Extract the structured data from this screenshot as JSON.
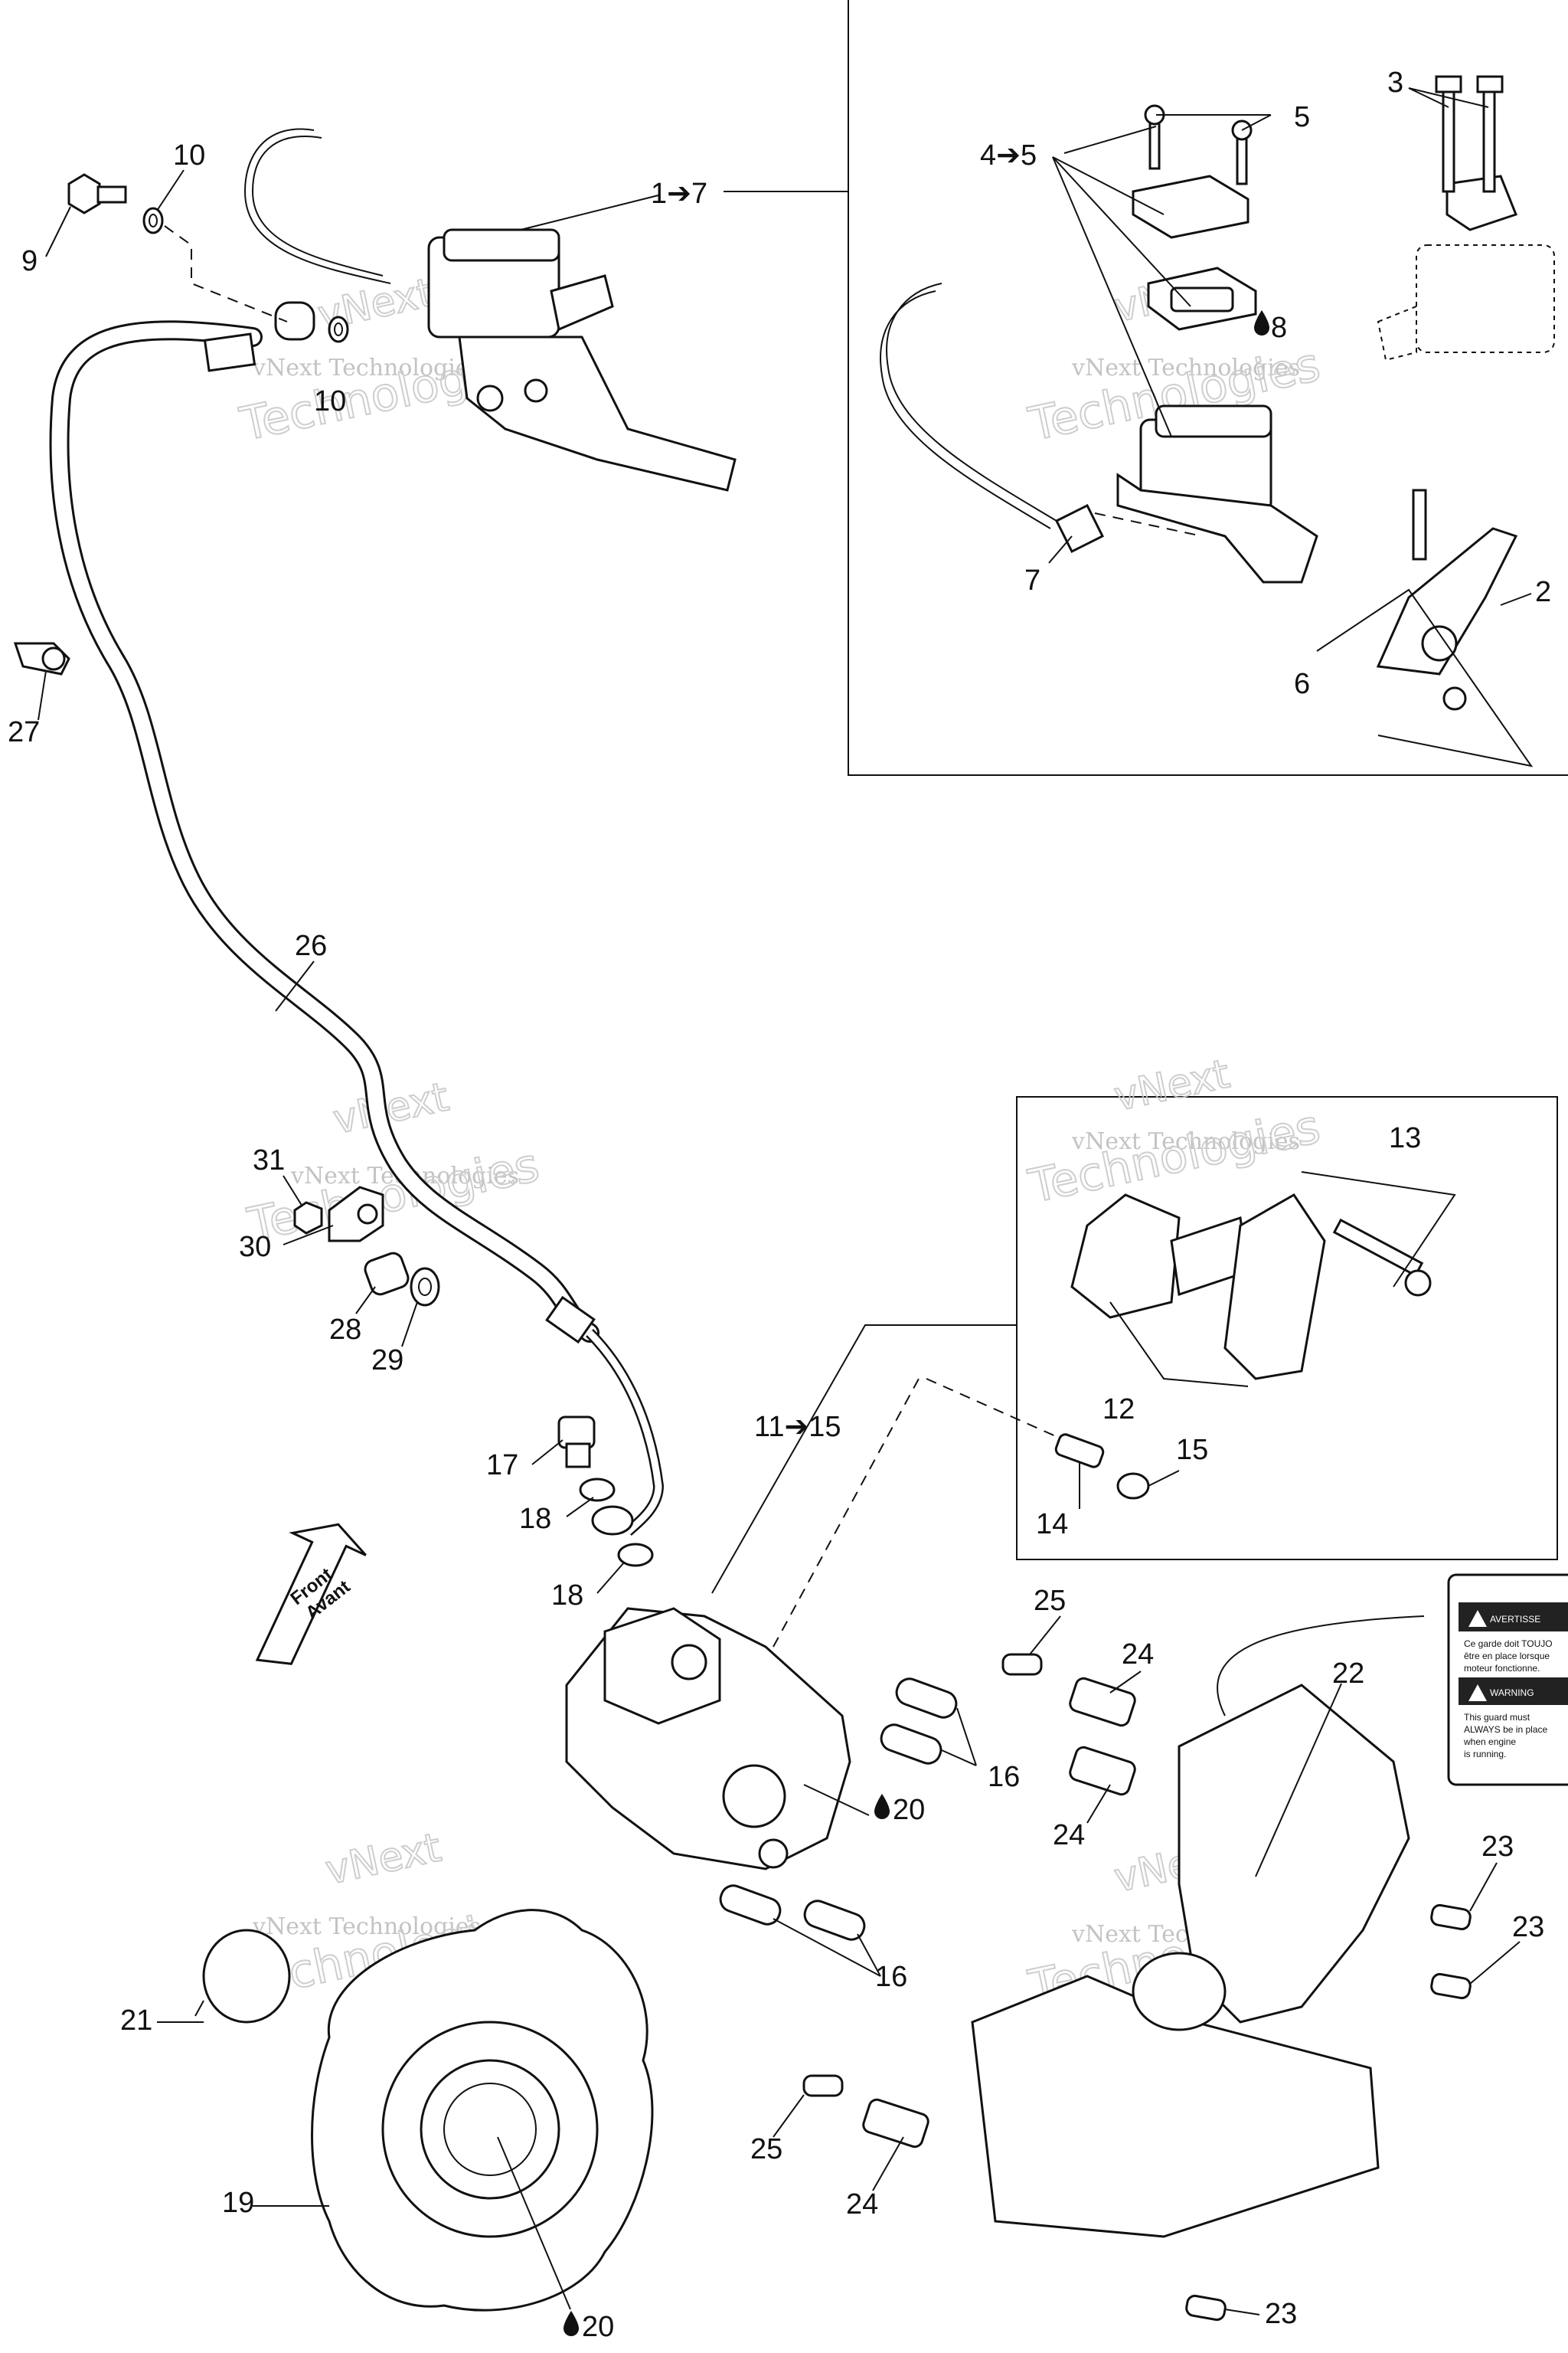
{
  "callouts": [
    {
      "id": "c-9",
      "text": "9"
    },
    {
      "id": "c-10a",
      "text": "10"
    },
    {
      "id": "c-10b",
      "text": "10"
    },
    {
      "id": "c-1-7",
      "text": "1➔7"
    },
    {
      "id": "c-27",
      "text": "27"
    },
    {
      "id": "c-26",
      "text": "26"
    },
    {
      "id": "c-31",
      "text": "31"
    },
    {
      "id": "c-30",
      "text": "30"
    },
    {
      "id": "c-28",
      "text": "28"
    },
    {
      "id": "c-29",
      "text": "29"
    },
    {
      "id": "c-17",
      "text": "17"
    },
    {
      "id": "c-18a",
      "text": "18"
    },
    {
      "id": "c-18b",
      "text": "18"
    },
    {
      "id": "c-11-15",
      "text": "11➔15"
    },
    {
      "id": "c-4-5",
      "text": "4➔5"
    },
    {
      "id": "c-5",
      "text": "5"
    },
    {
      "id": "c-3",
      "text": "3"
    },
    {
      "id": "c-8",
      "text": "8"
    },
    {
      "id": "c-7",
      "text": "7"
    },
    {
      "id": "c-2",
      "text": "2"
    },
    {
      "id": "c-6",
      "text": "6"
    },
    {
      "id": "c-13",
      "text": "13"
    },
    {
      "id": "c-12",
      "text": "12"
    },
    {
      "id": "c-15",
      "text": "15"
    },
    {
      "id": "c-14",
      "text": "14"
    },
    {
      "id": "c-25a",
      "text": "25"
    },
    {
      "id": "c-24a",
      "text": "24"
    },
    {
      "id": "c-22",
      "text": "22"
    },
    {
      "id": "c-16a",
      "text": "16"
    },
    {
      "id": "c-20a",
      "text": "20"
    },
    {
      "id": "c-24b",
      "text": "24"
    },
    {
      "id": "c-23a",
      "text": "23"
    },
    {
      "id": "c-23b",
      "text": "23"
    },
    {
      "id": "c-16b",
      "text": "16"
    },
    {
      "id": "c-21",
      "text": "21"
    },
    {
      "id": "c-25b",
      "text": "25"
    },
    {
      "id": "c-24c",
      "text": "24"
    },
    {
      "id": "c-19",
      "text": "19"
    },
    {
      "id": "c-20b",
      "text": "20"
    },
    {
      "id": "c-23c",
      "text": "23"
    }
  ],
  "front_arrow": {
    "line1": "Front",
    "line2": "Avant"
  },
  "watermark": {
    "line1": "vNext Technologies",
    "line2": "Technologies",
    "line3": "vNext"
  },
  "warning_label": {
    "avert_title": "AVERTISSE",
    "avert_l1": "Ce garde doit TOUJO",
    "avert_l2": "être en place lorsque",
    "avert_l3": "moteur fonctionne.",
    "warn_title": "WARNING",
    "warn_l1": "This guard must",
    "warn_l2": "ALWAYS be in place",
    "warn_l3": "when engine",
    "warn_l4": "is running."
  },
  "colors": {
    "line": "#111111",
    "watermark": "#bdbdbd",
    "background": "#ffffff"
  }
}
